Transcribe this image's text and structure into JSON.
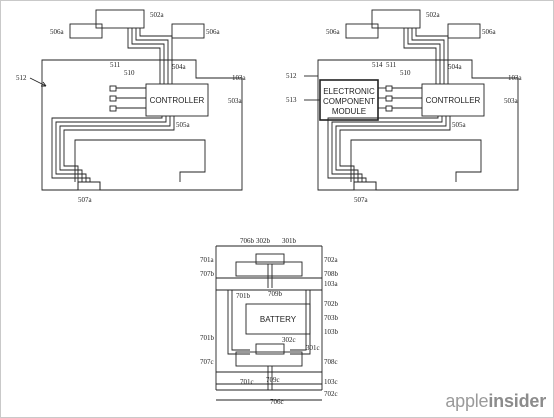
{
  "figure_left": {
    "controller": "CONTROLLER",
    "labels": {
      "l502a": "502a",
      "l506a_left": "506a",
      "l506a_right": "506a",
      "l512": "512",
      "l511": "511",
      "l510": "510",
      "l504a": "504a",
      "l103a": "103a",
      "l503a": "503a",
      "l505a": "505a",
      "l507a": "507a"
    }
  },
  "figure_right": {
    "controller": "CONTROLLER",
    "module_line1": "ELECTRONIC",
    "module_line2": "COMPONENT",
    "module_line3": "MODULE",
    "labels": {
      "l502a": "502a",
      "l506a_left": "506a",
      "l506a_right": "506a",
      "l512": "512",
      "l513": "513",
      "l514": "514",
      "l511": "511",
      "l510": "510",
      "l504a": "504a",
      "l103a": "103a",
      "l503a": "503a",
      "l505a": "505a",
      "l507a": "507a"
    }
  },
  "figure_bottom": {
    "battery": "BATTERY",
    "labels": {
      "l706b": "706b",
      "l302b": "302b",
      "l301b": "301b",
      "l701a": "701a",
      "l702a": "702a",
      "l707b": "707b",
      "l708b": "708b",
      "l103a": "103a",
      "l701b": "701b",
      "l709b": "709b",
      "l702b": "702b",
      "l703b": "703b",
      "l103b": "103b",
      "l302c": "302c",
      "l301c": "301c",
      "l707c": "707c",
      "l708c": "708c",
      "l701c": "701c",
      "l709c": "709c",
      "l103c": "103c",
      "l706c": "706c",
      "l702c": "702c"
    }
  },
  "watermark": {
    "part1": "apple",
    "part2": "insider"
  }
}
